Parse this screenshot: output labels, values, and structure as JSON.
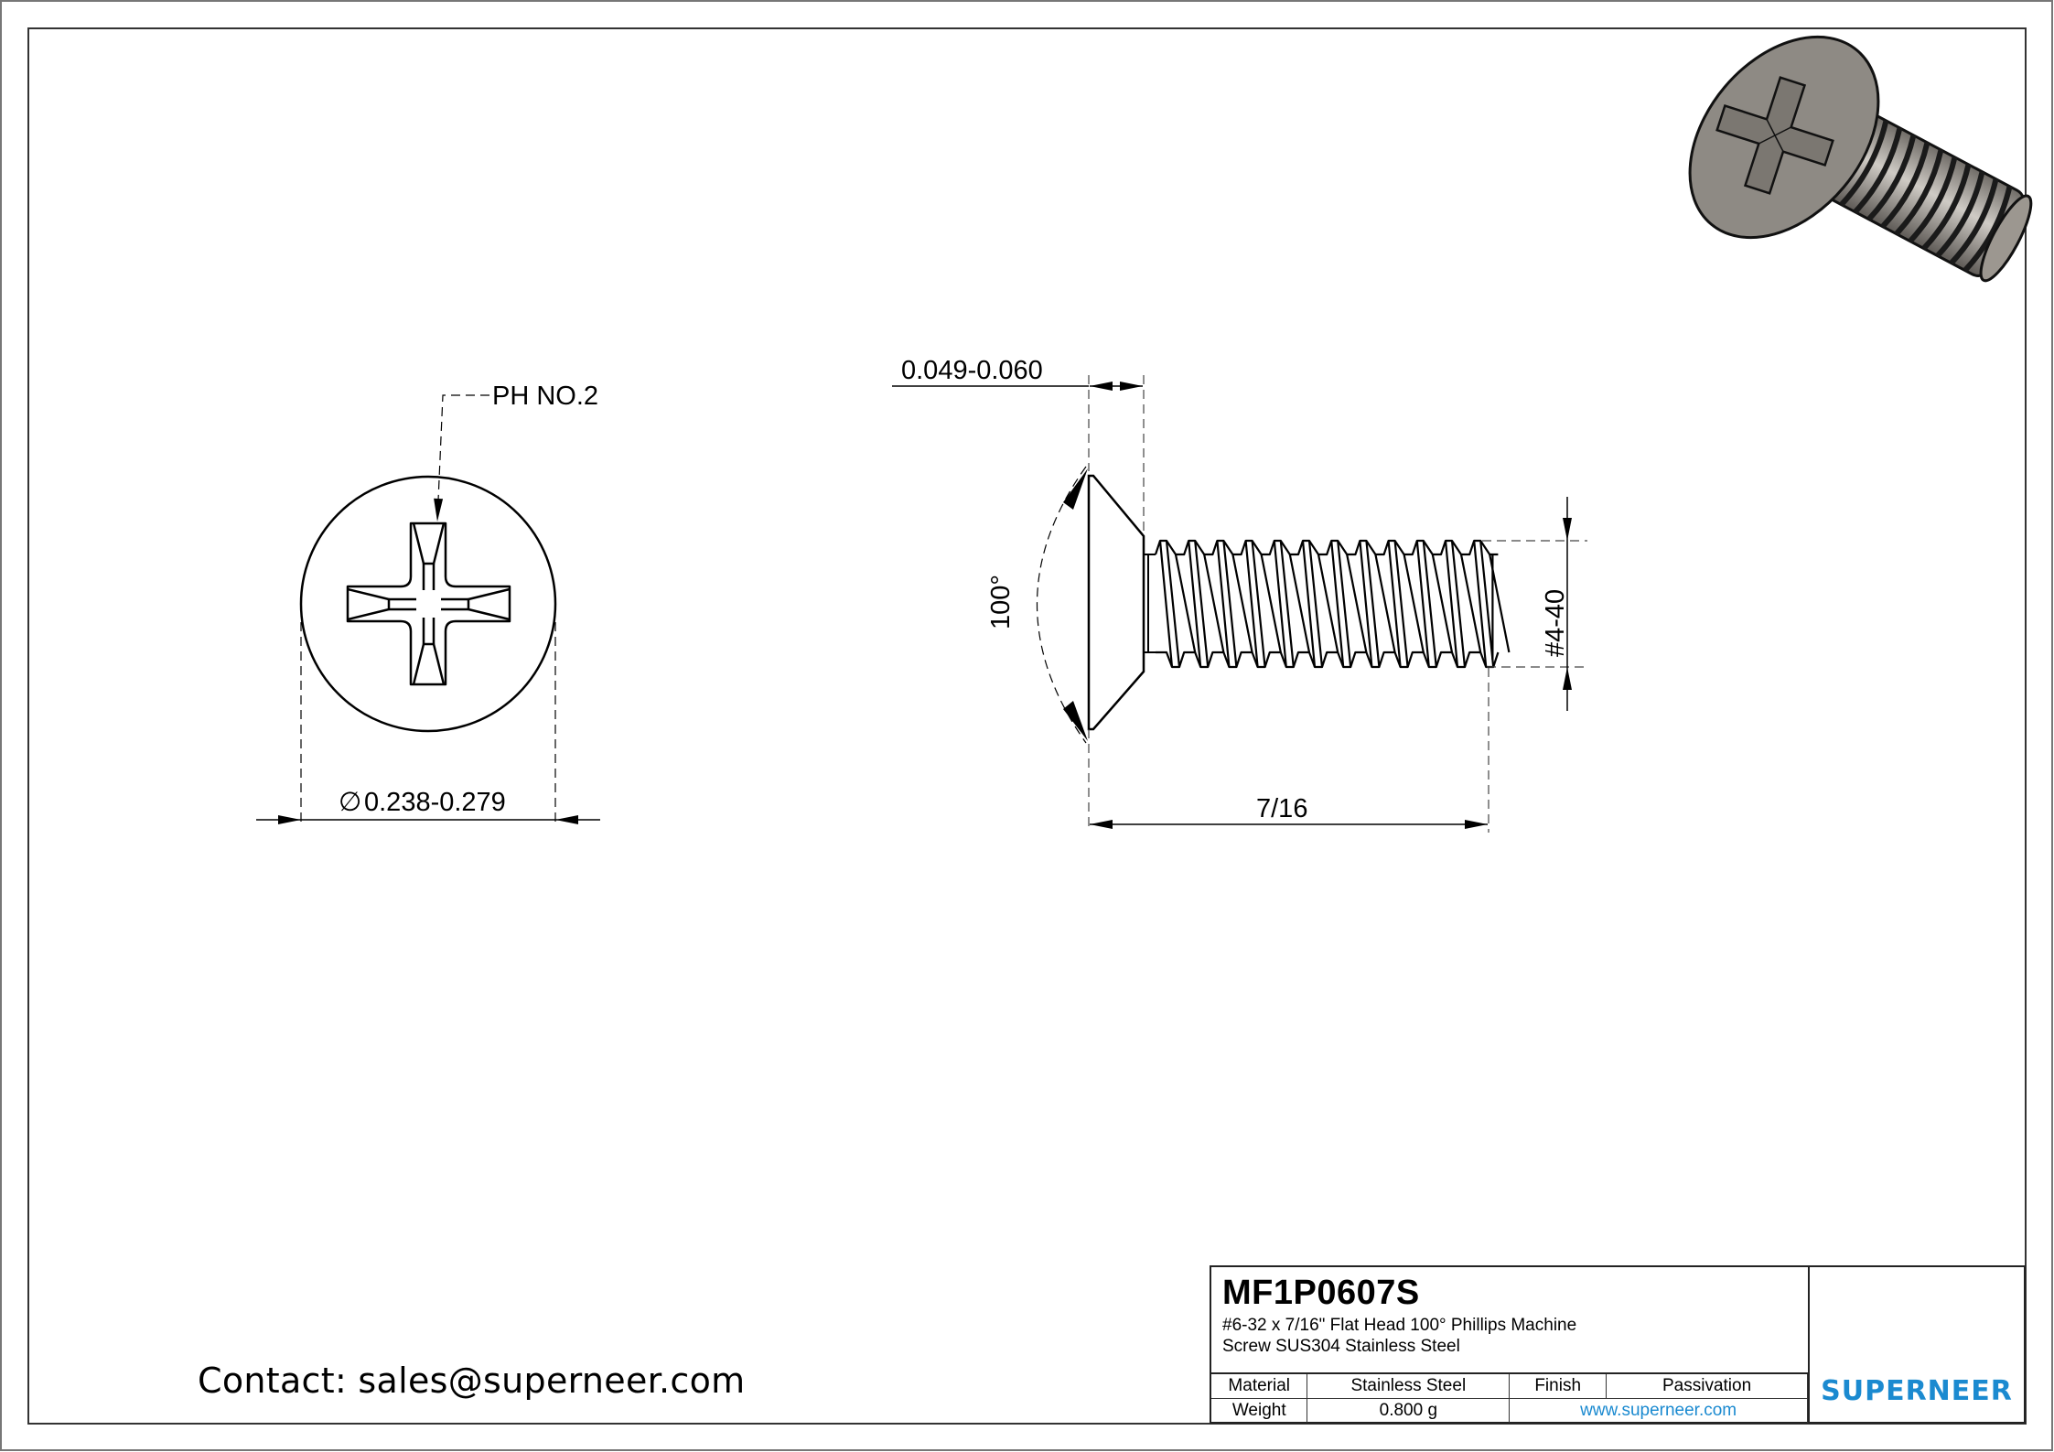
{
  "drawing": {
    "type": "engineering_drawing",
    "subject": "Flat head Phillips machine screw",
    "top_view": {
      "recess_label": "PH NO.2",
      "diameter_symbol": "∅",
      "diameter_label": "0.238-0.279"
    },
    "side_view": {
      "head_height_label": "0.049-0.060",
      "head_angle_label": "100°",
      "thread_label": "#4-40",
      "length_label": "7/16",
      "thread_crest_count": 12
    },
    "render_3d": {
      "description": "isometric shaded 3D render of screw",
      "color": "#8f8a83"
    }
  },
  "title_block": {
    "part_number": "MF1P0607S",
    "description_line1": "#6-32 x 7/16\" Flat Head 100° Phillips Machine",
    "description_line2": "Screw SUS304 Stainless Steel",
    "material_label": "Material",
    "material_value": "Stainless Steel",
    "finish_label": "Finish",
    "finish_value": "Passivation",
    "weight_label": "Weight",
    "weight_value": "0.800 g",
    "website": "www.superneer.com",
    "logo_text": "SUPERNEER",
    "logo_icon": "stripes-logo-icon",
    "brand_color": "#1b8ad0"
  },
  "contact": {
    "text": "Contact: sales@superneer.com"
  }
}
